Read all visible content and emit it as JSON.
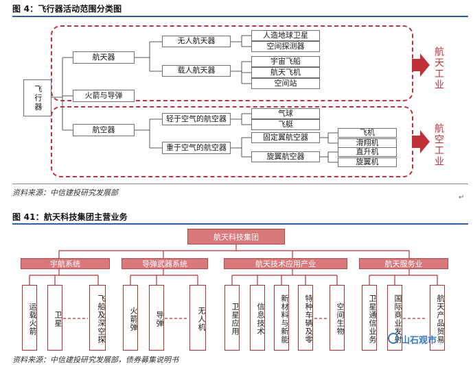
{
  "figure4": {
    "title": "图 4：飞行器活动范围分类图",
    "source": "资料来源：中信建投研究发展部",
    "root": "飞行器",
    "level1": [
      "航天器",
      "火箭与导弹",
      "航空器"
    ],
    "spacecraft": {
      "unmanned": "无人航天器",
      "unmanned_children": [
        "人造地球卫星",
        "空间探测器"
      ],
      "manned": "载人航天器",
      "manned_children": [
        "宇宙飞船",
        "航天飞机",
        "空间站"
      ]
    },
    "aircraft": {
      "lighter": "轻于空气的航空器",
      "lighter_children": [
        "气球",
        "飞艇"
      ],
      "heavier": "重于空气的航空器",
      "fixed": "固定翼航空器",
      "fixed_children": [
        "飞机",
        "滑翔机"
      ],
      "rotary": "旋翼航空器",
      "rotary_children": [
        "直升机",
        "旋翼机"
      ]
    },
    "region_labels": [
      "航天工业",
      "航空工业"
    ],
    "colors": {
      "region": "#c0313a",
      "box_border": "#6e6e6e"
    }
  },
  "figure41": {
    "title": "图 41：航天科技集团主营业务",
    "source": "资料来源：中信建投研究发展部，债券募集说明书",
    "root": "航天科技集团",
    "groups": [
      {
        "label": "宇航系统",
        "items": [
          "运载火箭",
          "卫星",
          "飞船及深空探"
        ]
      },
      {
        "label": "导弹武器系统",
        "items": [
          "火箭弹",
          "导弹",
          "无人机"
        ]
      },
      {
        "label": "航天技术应用产业",
        "items": [
          "卫星应用",
          "信息技术",
          "新材料与新能",
          "特种车辆及零",
          "空间生物"
        ]
      },
      {
        "label": "航天服务业",
        "items": [
          "卫星通信业务",
          "国际商业发射",
          "航天产品贸易"
        ]
      }
    ],
    "colors": {
      "bar": "#d9797c",
      "border": "#b13030"
    }
  },
  "watermark": "山石观市",
  "paragraph_mark": "↵"
}
